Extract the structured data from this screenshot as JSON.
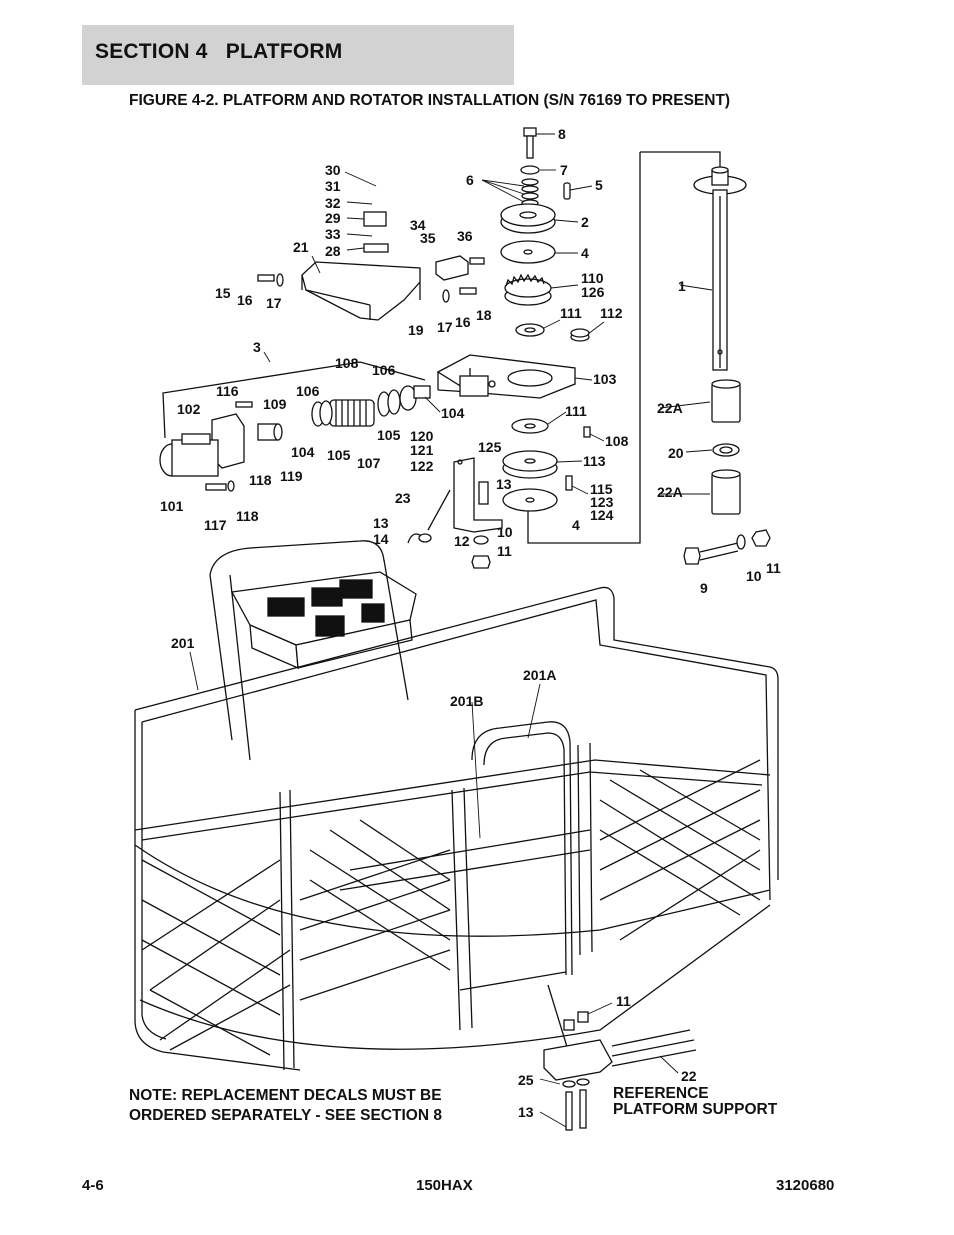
{
  "header": {
    "section": "SECTION 4   PLATFORM",
    "figure_title": "FIGURE 4-2. PLATFORM AND ROTATOR INSTALLATION (S/N 76169 TO PRESENT)"
  },
  "callouts": [
    "8",
    "7",
    "6",
    "5",
    "30",
    "31",
    "32",
    "29",
    "33",
    "28",
    "34",
    "35",
    "36",
    "2",
    "4",
    "110",
    "126",
    "1",
    "21",
    "15",
    "16",
    "17",
    "19",
    "17",
    "16",
    "18",
    "111",
    "112",
    "3",
    "108",
    "106",
    "103",
    "116",
    "102",
    "109",
    "106",
    "104",
    "111",
    "22A",
    "108",
    "105",
    "120",
    "121",
    "122",
    "125",
    "20",
    "104",
    "105",
    "107",
    "113",
    "118",
    "119",
    "13",
    "115",
    "123",
    "124",
    "22A",
    "101",
    "118",
    "117",
    "23",
    "13",
    "14",
    "12",
    "10",
    "11",
    "4",
    "9",
    "10",
    "11",
    "201",
    "201A",
    "201B",
    "11",
    "22",
    "25",
    "13"
  ],
  "note": {
    "line1": "NOTE: REPLACEMENT DECALS MUST BE",
    "line2": "ORDERED SEPARATELY - SEE SECTION 8"
  },
  "reference": {
    "line1": "REFERENCE",
    "line2": "PLATFORM SUPPORT"
  },
  "footer": {
    "page": "4-6",
    "model": "150HAX",
    "doc_number": "3120680"
  }
}
